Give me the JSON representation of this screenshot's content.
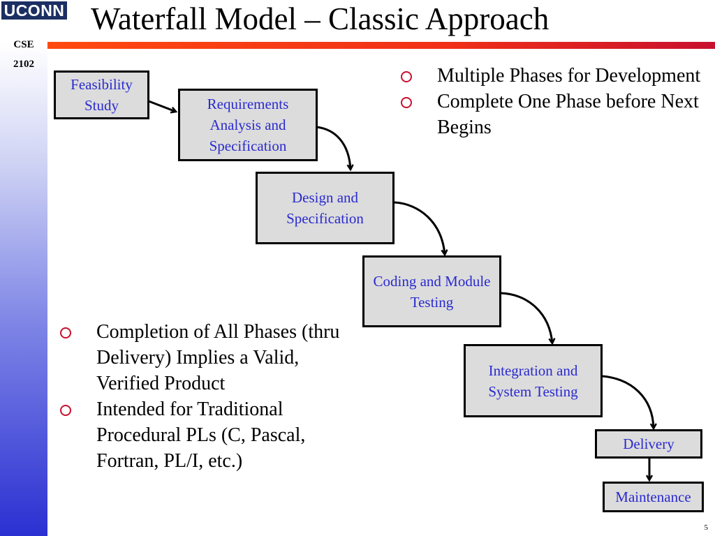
{
  "header": {
    "logo_text": "UCONN",
    "course_code": "CSE",
    "course_number": "2102",
    "title": "Waterfall Model – Classic Approach"
  },
  "colors": {
    "accent_rule": "#f03018",
    "box_fill": "#dcdcdc",
    "box_text": "#2a2ad0",
    "bullet": "#c8102e"
  },
  "diagram": {
    "phases": [
      "Feasibility Study",
      "Requirements Analysis and Specification",
      "Design and Specification",
      "Coding and Module Testing",
      "Integration and System Testing",
      "Delivery",
      "Maintenance"
    ]
  },
  "bullets_top": [
    "Multiple Phases for Development",
    "Complete One Phase before Next Begins"
  ],
  "bullets_bottom": [
    "Completion of All Phases (thru Delivery) Implies a Valid, Verified Product",
    "Intended for Traditional Procedural PLs (C, Pascal, Fortran, PL/I, etc.)"
  ],
  "footer": {
    "page_number": "5"
  }
}
